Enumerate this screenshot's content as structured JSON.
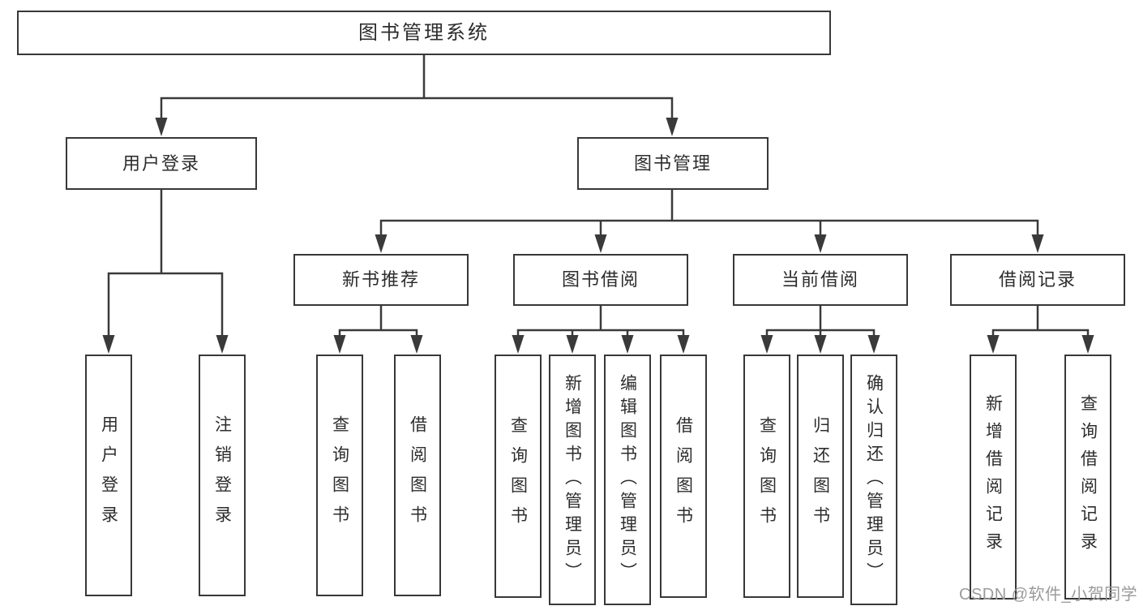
{
  "diagram": {
    "type": "functional-structure-tree",
    "title": "图书管理系统",
    "hierarchy": {
      "图书管理系统": {
        "用户登录": [
          "用户登录",
          "注销登录"
        ],
        "图书管理": {
          "新书推荐": [
            "查询图书",
            "借阅图书"
          ],
          "图书借阅": [
            "查询图书",
            "新增图书（管理员）",
            "编辑图书（管理员）",
            "借阅图书"
          ],
          "当前借阅": [
            "查询图书",
            "归还图书",
            "确认归还（管理员）"
          ],
          "借阅记录": [
            "新增借阅记录",
            "查询借阅记录"
          ]
        }
      }
    }
  },
  "nodes": {
    "root": {
      "label": "图书管理系统"
    },
    "user_login": {
      "label": "用户登录"
    },
    "book_mgmt": {
      "label": "图书管理"
    },
    "new_book_rec": {
      "label": "新书推荐"
    },
    "book_borrow": {
      "label": "图书借阅"
    },
    "current_borrow": {
      "label": "当前借阅"
    },
    "borrow_record": {
      "label": "借阅记录"
    },
    "ul_login": {
      "label": "用户登录"
    },
    "ul_logout": {
      "label": "注销登录"
    },
    "nb_query": {
      "label": "查询图书"
    },
    "nb_borrow": {
      "label": "借阅图书"
    },
    "bb_query": {
      "label": "查询图书"
    },
    "bb_add": {
      "label": "新增图书（管理员）"
    },
    "bb_edit": {
      "label": "编辑图书（管理员）"
    },
    "bb_borrow": {
      "label": "借阅图书"
    },
    "cb_query": {
      "label": "查询图书"
    },
    "cb_return": {
      "label": "归还图书"
    },
    "cb_confirm": {
      "label": "确认归还（管理员）"
    },
    "br_add": {
      "label": "新增借阅记录"
    },
    "br_query": {
      "label": "查询借阅记录"
    }
  },
  "watermark": "CSDN @软件_小贺同学",
  "colors": {
    "line": "#3a3a3a",
    "box_border": "#383838",
    "text": "#2d2d2d",
    "watermark": "#9b9b9b",
    "background": "#ffffff"
  }
}
